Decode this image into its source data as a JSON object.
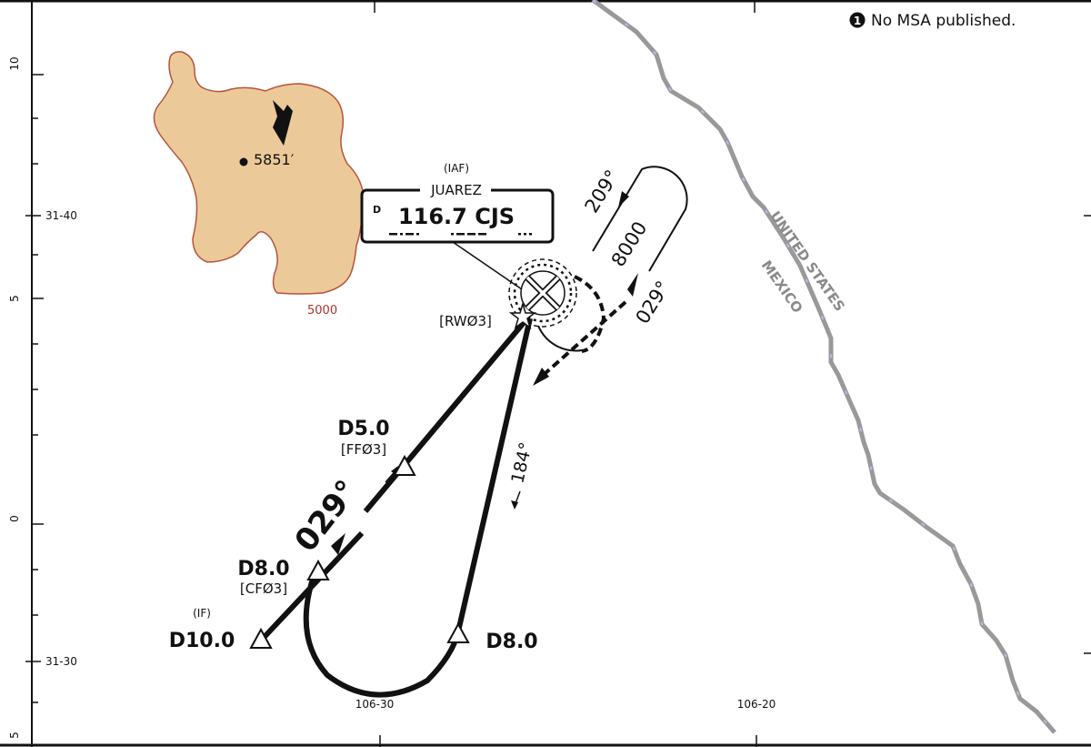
{
  "note": {
    "marker": "1",
    "text": "No MSA published."
  },
  "navaid": {
    "role": "(IAF)",
    "name": "JUAREZ",
    "type": "D",
    "freq_ident": "116.7 CJS"
  },
  "fixes": {
    "if_role": "(IF)",
    "if": "D10.0",
    "cf": "D8.0",
    "cf_name": "[CFØ3]",
    "ff": "D5.0",
    "ff_name": "[FFØ3]",
    "rw": "[RWØ3]",
    "turn": "D8.0"
  },
  "courses": {
    "inbound": "029°",
    "outbound": "184°",
    "hold_in": "209°",
    "hold_out": "029°",
    "hold_alt": "8000"
  },
  "terrain": {
    "elevation": "5851′",
    "contour": "5000"
  },
  "border": {
    "north": "UNITED STATES",
    "south": "MEXICO"
  },
  "grid": {
    "lon": [
      "106-30",
      "106-20"
    ],
    "lat": [
      "31-40",
      "31-30"
    ],
    "min_left": [
      "10",
      "5",
      "0",
      "5"
    ]
  },
  "colors": {
    "terrain_fill": "#ecc999",
    "terrain_stroke": "#b5543c",
    "contour_text": "#a8352a",
    "border": "#999999",
    "border_dash": "#b9b9f0"
  }
}
